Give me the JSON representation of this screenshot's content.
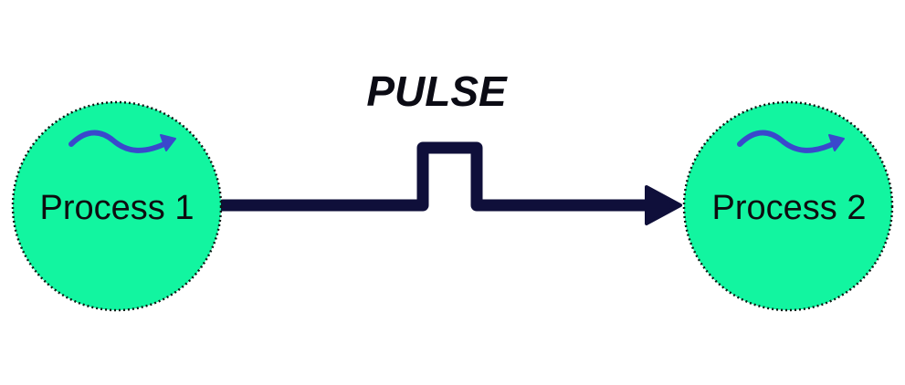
{
  "diagram": {
    "title": "PULSE",
    "nodes": [
      {
        "id": "process-1",
        "label": "Process 1",
        "icon": "wave-arrow-icon"
      },
      {
        "id": "process-2",
        "label": "Process 2",
        "icon": "wave-arrow-icon"
      }
    ],
    "edges": [
      {
        "from": "process-1",
        "to": "process-2",
        "shape": "square-pulse",
        "directed": true
      }
    ],
    "colors": {
      "node_fill": "#12f5a0",
      "node_border": "#0c1a14",
      "edge": "#0f0f3a",
      "icon": "#3a48cc",
      "text": "#0d0d10"
    }
  }
}
